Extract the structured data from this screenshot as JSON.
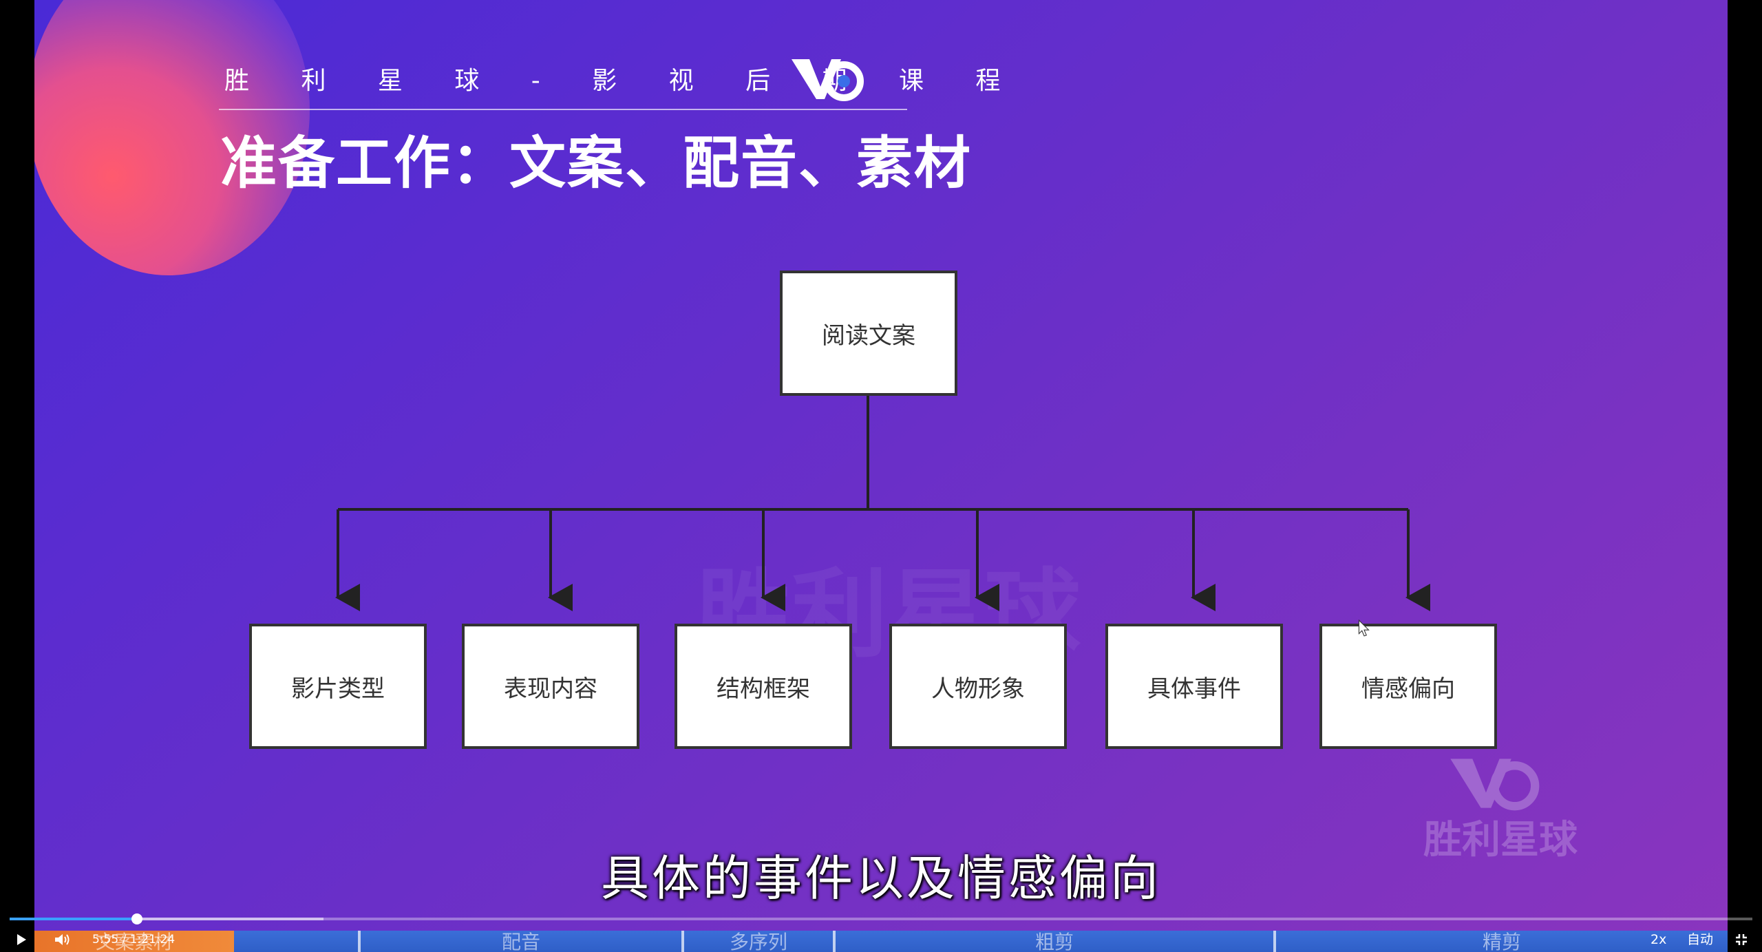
{
  "slide": {
    "brand_text": "胜 利 星 球 - 影 视 后 期 课 程",
    "headline": "准备工作：文案、配音、素材",
    "watermark_text": "胜利星球",
    "subtitle": "具体的事件以及情感偏向"
  },
  "diagram": {
    "root": "阅读文案",
    "children": [
      "影片类型",
      "表现内容",
      "结构框架",
      "人物形象",
      "具体事件",
      "情感偏向"
    ]
  },
  "player": {
    "time": "5:55 / 1:21:24",
    "progress_fraction": 0.073,
    "buffered_fraction": 0.18,
    "speed": "2x",
    "quality": "自动",
    "chapters": [
      "文案素材",
      "配音",
      "多序列",
      "粗剪",
      "精剪"
    ],
    "icons": {
      "play": "play-icon",
      "volume": "volume-icon",
      "fullscreen": "exit-fullscreen-icon"
    }
  },
  "colors": {
    "accent": "#3aa0ff",
    "chapter_bar": "#3b6ed8",
    "chapter_active": "#e8742a"
  }
}
